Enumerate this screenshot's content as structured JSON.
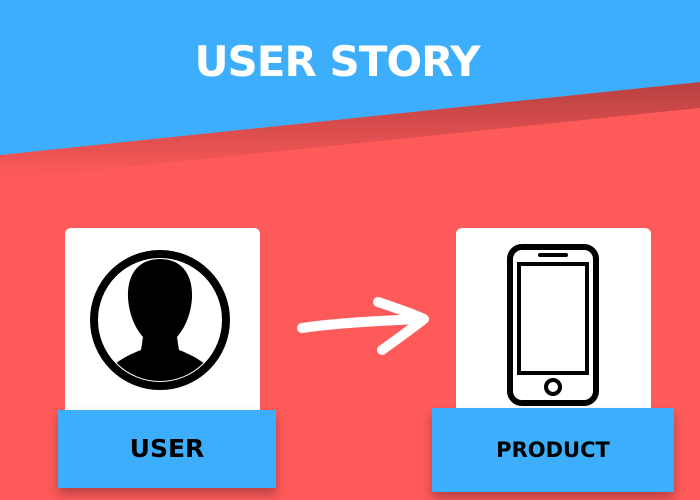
{
  "title": "USER STORY",
  "user_card": {
    "label": "USER",
    "icon": "user-silhouette-icon"
  },
  "product_card": {
    "label": "PRODUCT",
    "icon": "smartphone-icon"
  },
  "arrow_icon": "right-arrow-icon",
  "colors": {
    "top_band": "#3daefb",
    "background": "#ff5a5a",
    "card": "#ffffff",
    "label_box": "#3daefb",
    "title_text": "#ffffff"
  }
}
